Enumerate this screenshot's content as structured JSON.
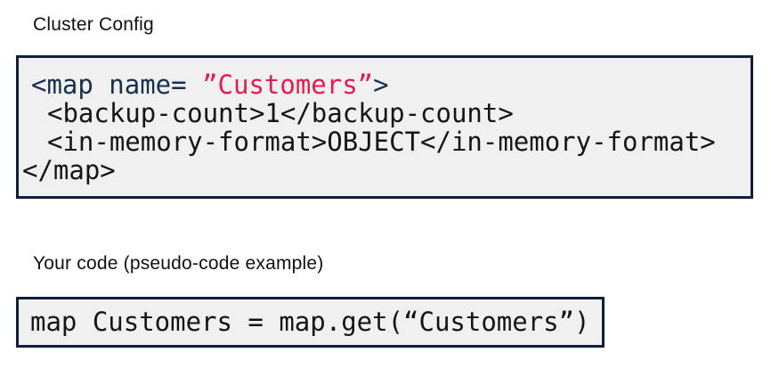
{
  "colors": {
    "page_bg": "#ffffff",
    "block_bg": "#f0f0f0",
    "border_navy": "#101f3c",
    "keyword_navy": "#17304f",
    "accent_red": "#e41c50",
    "code_dark": "#151515",
    "heading": "#111111"
  },
  "cluster_config": {
    "heading": "Cluster Config",
    "code_lines": [
      {
        "indent": 10,
        "segments": [
          {
            "text": "<map name= ",
            "style": "keyword"
          },
          {
            "text": "”Customers”",
            "style": "accent"
          },
          {
            "text": ">",
            "style": "keyword"
          }
        ]
      },
      {
        "indent": 28,
        "segments": [
          {
            "text": "<backup-count>1</backup-count>",
            "style": "plain"
          }
        ]
      },
      {
        "indent": 28,
        "segments": [
          {
            "text": "<in-memory-format>OBJECT</in-memory-format>",
            "style": "plain"
          }
        ]
      },
      {
        "indent": 0,
        "segments": [
          {
            "text": "</map>",
            "style": "plain"
          }
        ]
      }
    ]
  },
  "your_code": {
    "heading": "Your code (pseudo-code example)",
    "code_lines": [
      {
        "indent": 0,
        "segments": [
          {
            "text": "map Customers = map.get(“Customers”)",
            "style": "plain"
          }
        ]
      }
    ]
  }
}
